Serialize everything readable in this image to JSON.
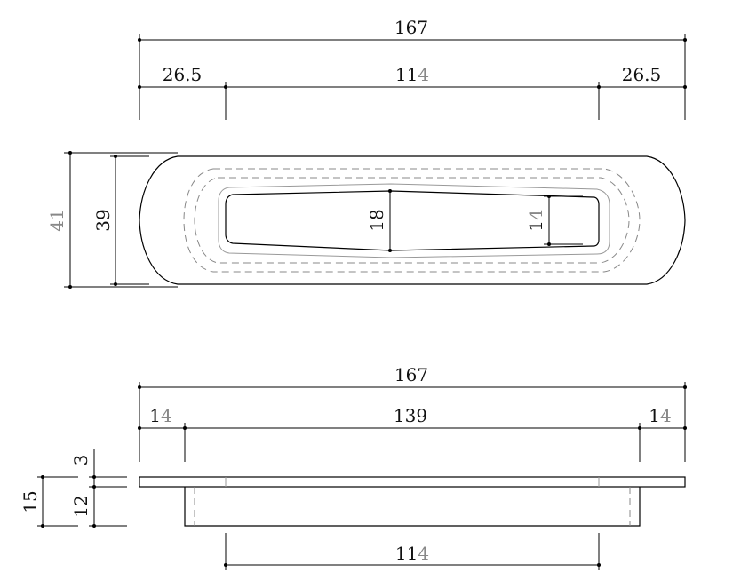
{
  "top_view": {
    "overall_length": "167",
    "left_margin": "26.5",
    "center_span_a": "11",
    "center_span_b": "4",
    "right_margin": "26.5",
    "outer_height": "41",
    "inner_height": "39",
    "recess_depth_height": "18",
    "end_pocket_height_a": "1",
    "end_pocket_height_b": "4"
  },
  "side_view": {
    "overall_length": "167",
    "left_inset_a": "1",
    "left_inset_b": "4",
    "body_length": "139",
    "right_inset_a": "1",
    "right_inset_b": "4",
    "flange_thickness": "3",
    "total_height": "15",
    "body_height": "12",
    "bottom_span_a": "11",
    "bottom_span_b": "4"
  }
}
